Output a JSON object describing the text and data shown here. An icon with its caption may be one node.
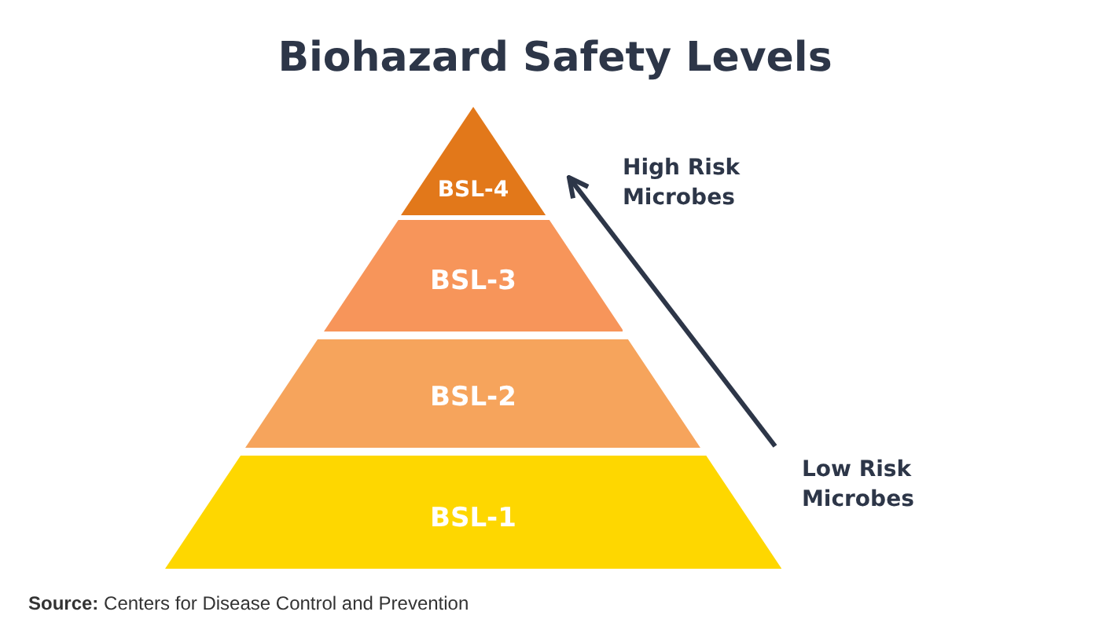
{
  "diagram": {
    "title": "Biohazard Safety Levels",
    "caption": "**Source:** Centers for Disease Control and Prevention",
    "nodes": [
      {
        "text": [
          "BSL-4"
        ]
      },
      {
        "text": [
          "BSL-3"
        ]
      },
      {
        "text": [
          "BSL-2"
        ]
      },
      {
        "text": [
          "BSL-1"
        ]
      },
      {
        "text": [
          "High Risk Microbes"
        ]
      },
      {
        "text": [
          "Low Risk Microbes"
        ]
      }
    ],
    "edges": [
      {
        "from": 5,
        "to": 4,
        "arrow": "to"
      }
    ]
  }
}
